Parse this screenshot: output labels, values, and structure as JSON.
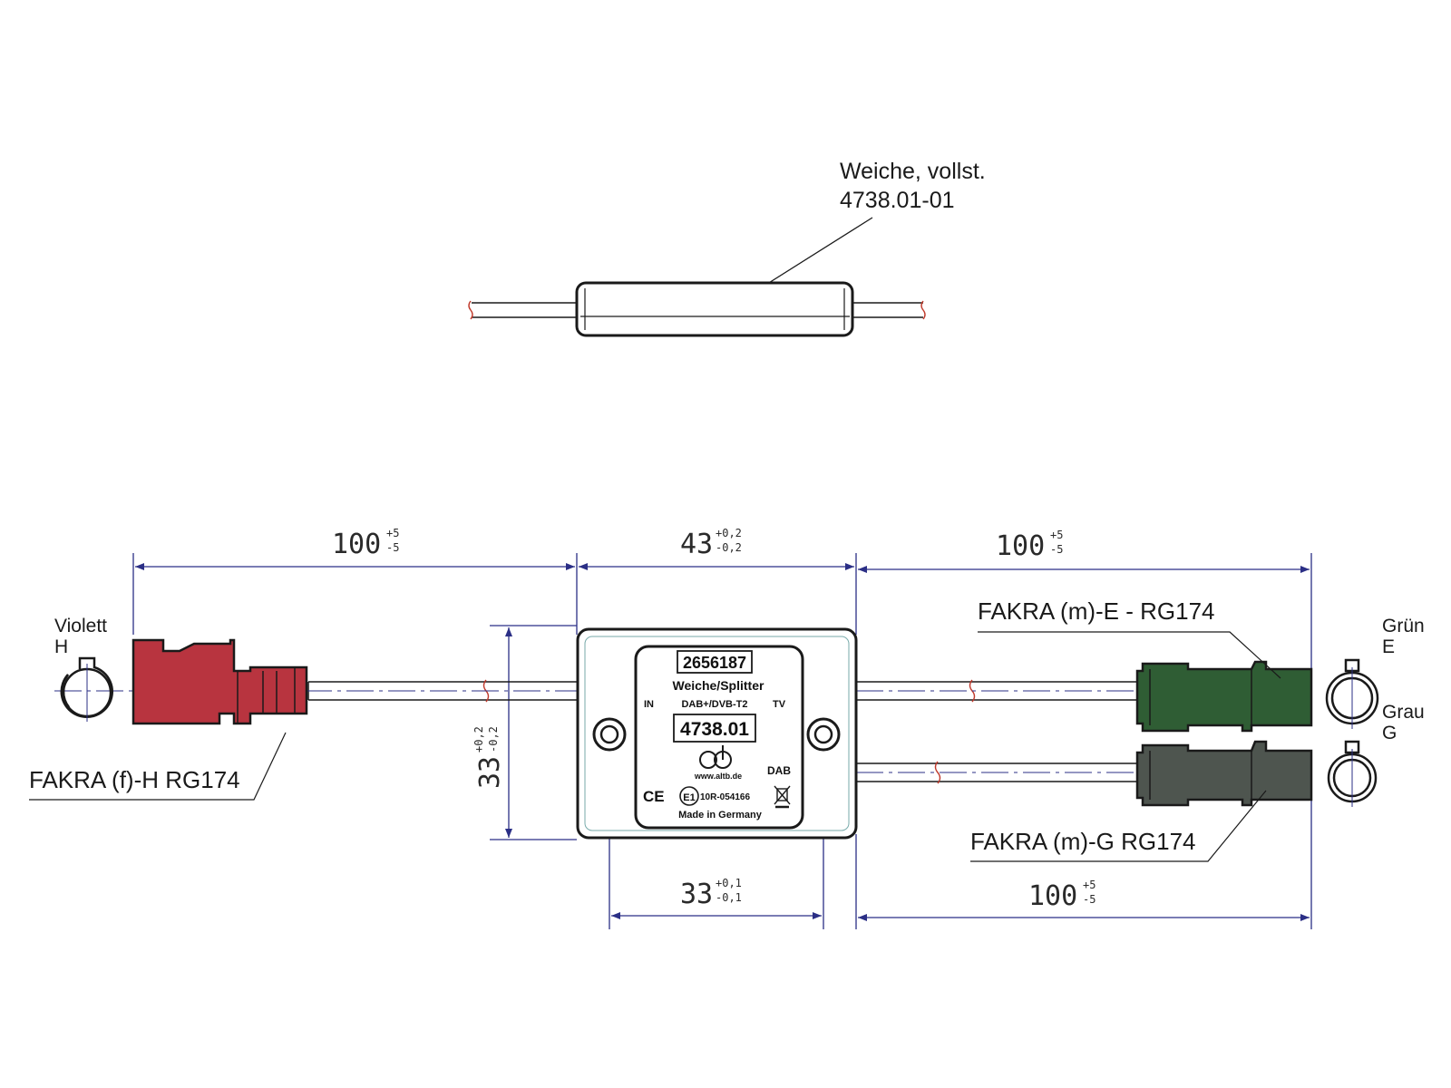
{
  "top_part": {
    "name": "Weiche, vollst.",
    "number": "4738.01-01"
  },
  "dimensions": {
    "left_cable": {
      "nominal": "100",
      "tol_upper": "+5",
      "tol_lower": "-5"
    },
    "box_width": {
      "nominal": "43",
      "tol_upper": "+0,2",
      "tol_lower": "-0,2"
    },
    "right_cable_top": {
      "nominal": "100",
      "tol_upper": "+5",
      "tol_lower": "-5"
    },
    "box_height": {
      "nominal": "33",
      "tol_upper": "+0,2",
      "tol_lower": "-0,2"
    },
    "hole_spacing": {
      "nominal": "33",
      "tol_upper": "+0,1",
      "tol_lower": "-0,1"
    },
    "right_cable_bottom": {
      "nominal": "100",
      "tol_upper": "+5",
      "tol_lower": "-5"
    }
  },
  "connectors": {
    "left": {
      "color_name": "Violett",
      "code": "H",
      "label": "FAKRA (f)-H RG174",
      "color": "#b8343f"
    },
    "right_top": {
      "color_name": "Grün",
      "code": "E",
      "label": "FAKRA (m)-E - RG174",
      "color": "#2f5d34"
    },
    "right_bottom": {
      "color_name": "Grau",
      "code": "G",
      "label": "FAKRA (m)-G RG174",
      "color": "#4e554f"
    }
  },
  "splitter_label": {
    "part_no": "2656187",
    "title": "Weiche/Splitter",
    "port_in": "IN",
    "port_tv": "TV",
    "port_dab": "DAB",
    "bands": "DAB+/DVB-T2",
    "article": "4738.01",
    "website": "www.altb.de",
    "ce_mark": "CE",
    "e_mark": "E1",
    "approval": "10R-054166",
    "origin": "Made in Germany"
  },
  "colors": {
    "line": "#1a1a1a",
    "dimension": "#2b2f86",
    "centerline": "#2b2f86",
    "cable_break": "#c0392b"
  }
}
